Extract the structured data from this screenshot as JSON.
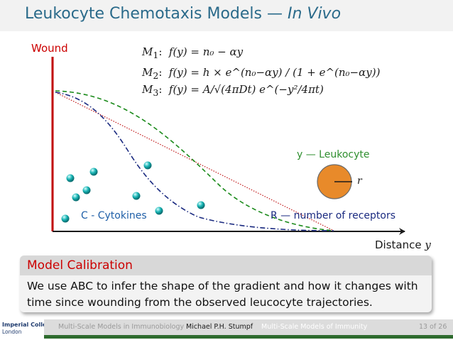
{
  "slide": {
    "title": "Leukocyte Chemotaxis Models — ",
    "title_italic": "In Vivo"
  },
  "figure": {
    "wound_label": "Wound",
    "distance_label": "Distance ",
    "distance_var": "y",
    "leukocyte_label": "y — Leukocyte",
    "radius_label": "r",
    "cytokines_label": "C - Cytokines",
    "receptors_label": "R — number of receptors",
    "colors": {
      "axis": "#c00000",
      "wound_text": "#cc0000",
      "m1_line": "#c01818",
      "m2_line": "#1a8a1a",
      "m3_line": "#1a2a80",
      "cell_fill": "#e88a2a",
      "cell_stroke": "#6a6a6a",
      "cytokine": "#18b4b4",
      "leukocyte_text": "#2f8f2f",
      "receptor_text": "#1a2a80",
      "cytokine_text": "#1f5fa8"
    }
  },
  "models": {
    "m1": {
      "label": "M",
      "sub": "1",
      "formula": "f(y) = n₀ − αy"
    },
    "m2": {
      "label": "M",
      "sub": "2",
      "formula": "f(y) = h × e^(n₀−αy) / (1 + e^(n₀−αy))"
    },
    "m3": {
      "label": "M",
      "sub": "3",
      "formula": "f(y) = A/√(4πDt) e^(−y²/4πt)"
    }
  },
  "block": {
    "title": "Model Calibration",
    "body": "We use ABC to infer the shape of the gradient and how it changes with time since wounding from the observed leucocyte trajectories."
  },
  "footer": {
    "logo_line1": "Imperial College",
    "logo_line2": "London",
    "course": "Multi-Scale Models in Immunobiology",
    "author": "Michael P.H. Stumpf",
    "talk": "Multi-Scale Models of Immunity",
    "page": "13 of 26"
  }
}
